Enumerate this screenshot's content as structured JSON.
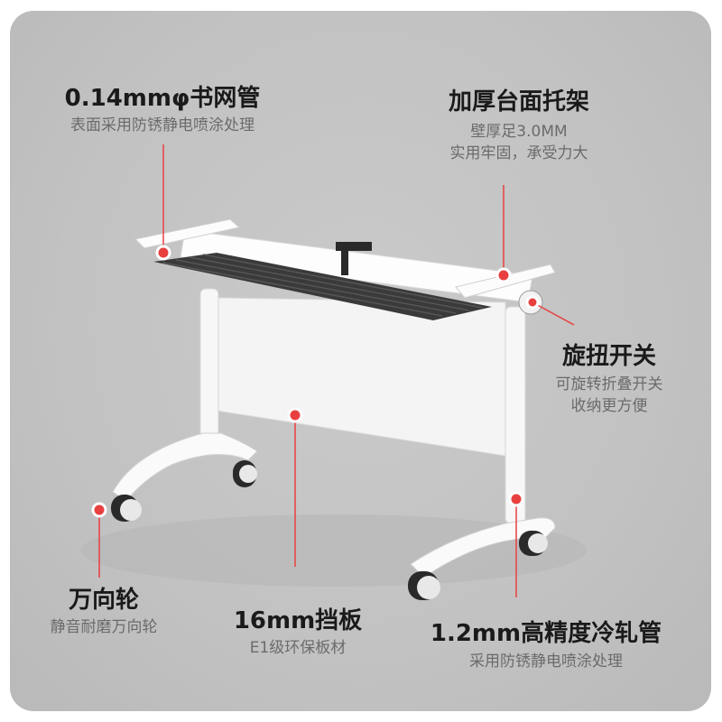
{
  "callouts": {
    "mesh_tube": {
      "title": "0.14mmφ书网管",
      "desc": "表面采用防锈静电喷涂处理"
    },
    "bracket": {
      "title": "加厚台面托架",
      "desc1": "壁厚足3.0MM",
      "desc2": "实用牢固，承受力大"
    },
    "knob": {
      "title": "旋扭开关",
      "desc1": "可旋转折叠开关",
      "desc2": "收纳更方便"
    },
    "caster": {
      "title": "万向轮",
      "desc": "静音耐磨万向轮"
    },
    "panel": {
      "title": "16mm挡板",
      "desc": "E1级环保板材"
    },
    "tube": {
      "title": "1.2mm高精度冷轧管",
      "desc": "采用防锈静电喷涂处理"
    }
  },
  "colors": {
    "accent": "#e8403f",
    "background": "#c2c2c2"
  }
}
